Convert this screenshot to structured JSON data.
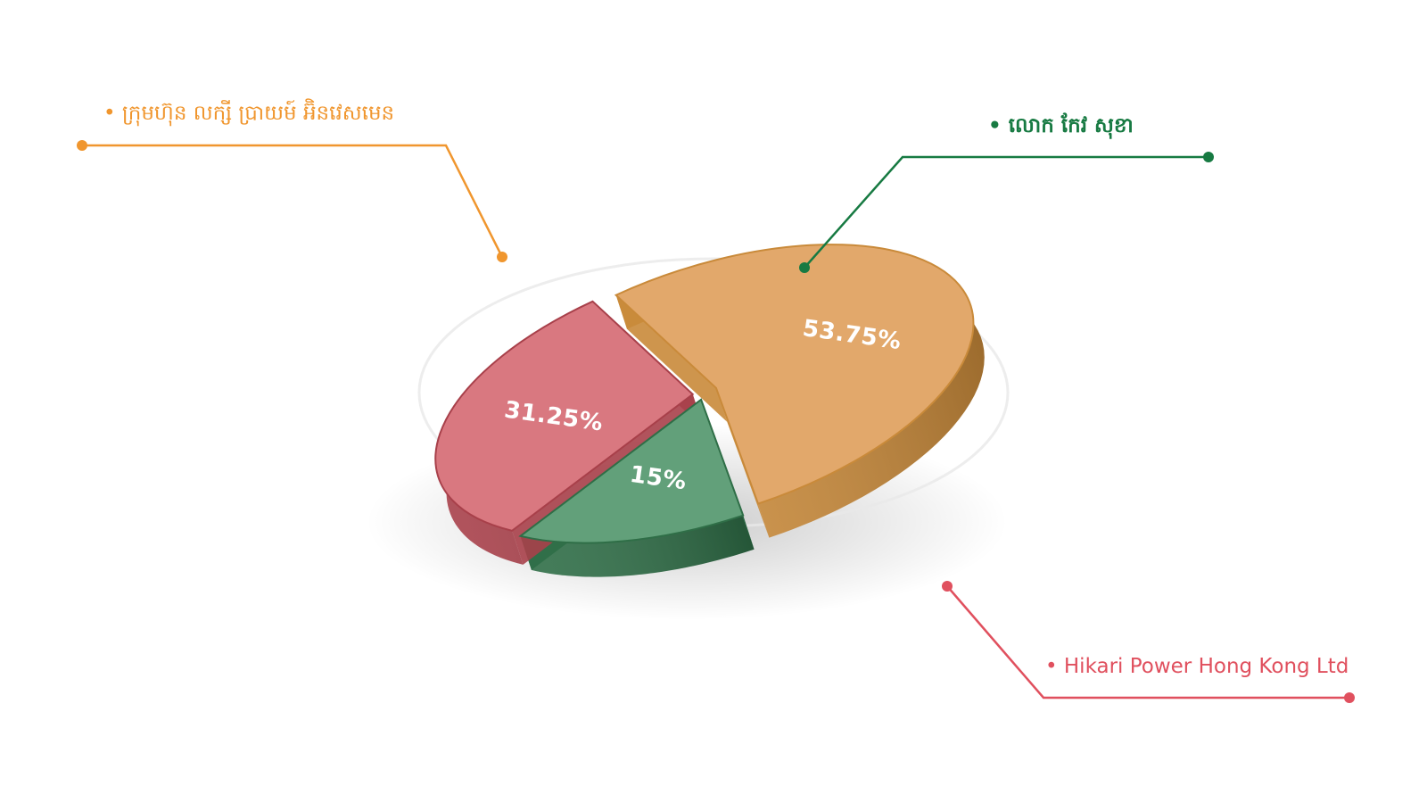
{
  "chart_data": {
    "type": "pie",
    "slices": [
      {
        "name": "• ក្រុមហ៊ុន លក្សី ប្រាយម៍ អ៊ិនវេសមេន",
        "value": 53.75,
        "label": "53.75%",
        "color": "#E2A86B",
        "side_color": "#C98A3A",
        "line_color": "#F0962E"
      },
      {
        "name": "• លោក កែវ សុខា",
        "value": 15,
        "label": "15%",
        "color": "#62A07A",
        "side_color": "#2F6E47",
        "line_color": "#177A42"
      },
      {
        "name": "• Hikari Power Hong Kong Ltd",
        "value": 31.25,
        "label": "31.25%",
        "color": "#D97880",
        "side_color": "#A8404A",
        "line_color": "#E0505E"
      }
    ]
  }
}
